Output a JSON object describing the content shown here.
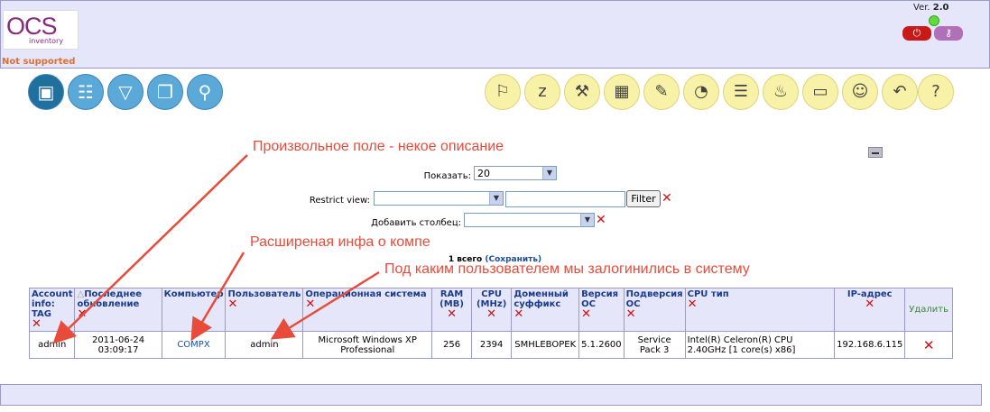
{
  "header": {
    "logo_text": "OCS",
    "logo_subtext": "inventory",
    "not_supported": "Not supported",
    "version_label": "Ver.",
    "version_value": "2.0",
    "logout_icon": "power-icon",
    "key_icon": "key-icon"
  },
  "nav_left": [
    "computers-icon",
    "network-icon",
    "filter-icon",
    "groups-icon",
    "search-icon"
  ],
  "nav_right": [
    "deploy-icon",
    "sleep-icon",
    "tools-icon",
    "inventory-icon",
    "notes-icon",
    "stats-icon",
    "report-icon",
    "fire-icon",
    "cards-icon",
    "user-icon",
    "back-icon",
    "help-icon"
  ],
  "form": {
    "show_label": "Показать:",
    "show_value": "20",
    "restrict_label": "Restrict view:",
    "restrict_value": "",
    "restrict_text": "",
    "filter_button": "Filter",
    "add_column_label": "Добавить столбец:",
    "add_column_value": ""
  },
  "count": {
    "text": "1 всего",
    "save_link": "(Сохранить)"
  },
  "table": {
    "headers": [
      "Account info: TAG",
      "Последнее обновление",
      "Компьютер",
      "Пользователь",
      "Операционная система",
      "RAM (MB)",
      "CPU (MHz)",
      "Доменный суффикс",
      "Версия ОС",
      "Подверсия ОС",
      "CPU тип",
      "IP-адрес",
      "Удалить"
    ],
    "rows": [
      [
        "admin",
        "2011-06-24 03:09:17",
        "COMPX",
        "admin",
        "Microsoft Windows XP Professional",
        "256",
        "2394",
        "SMHLEBOPEK",
        "5.1.2600",
        "Service Pack 3",
        "Intel(R) Celeron(R) CPU 2.40GHz [1 core(s) x86]",
        "192.168.6.115",
        ""
      ]
    ]
  },
  "annotations": {
    "note1": "Произвольное поле - некое описание",
    "note2": "Расширеная инфа о компе",
    "note3": "Под каким пользователем мы залогинились в систему"
  },
  "colors": {
    "header_bg": "#e6e6fa",
    "link": "#1a4ea0",
    "annotation": "#e84b3a",
    "delete": "#d01010"
  }
}
